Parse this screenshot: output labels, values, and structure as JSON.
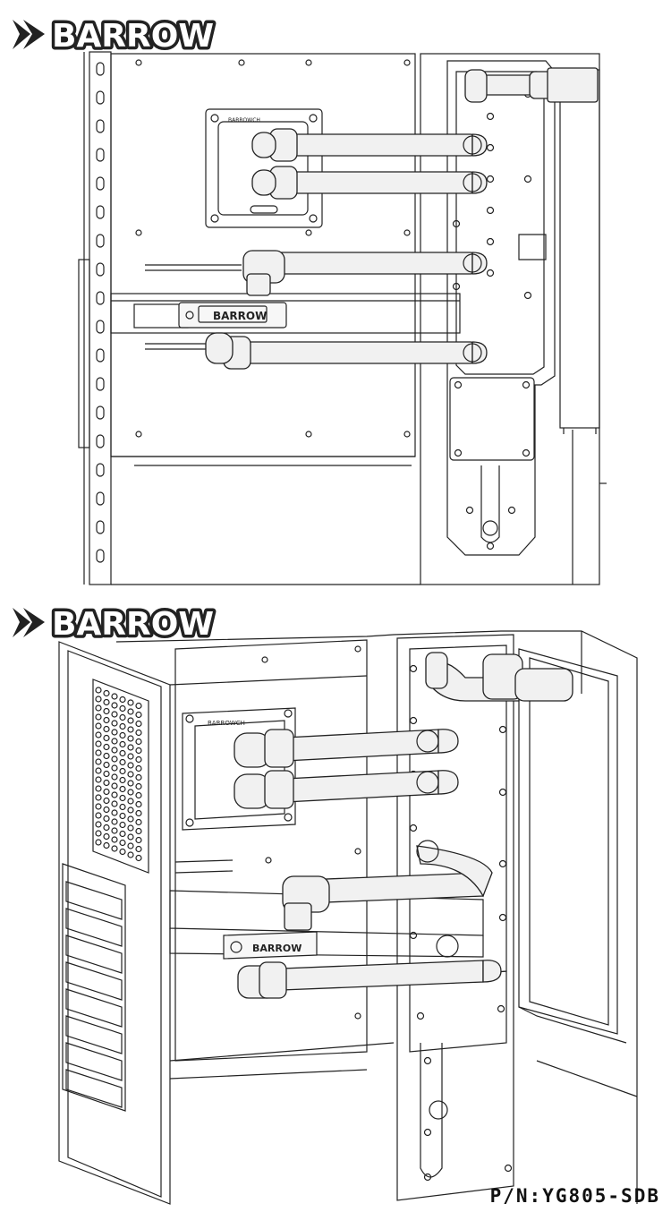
{
  "brand": {
    "name": "BARROW",
    "block_label": "BARROW",
    "cpu_block_label": "BARROWCH"
  },
  "colors": {
    "line": "#222222",
    "tube_fill": "#f1f1f1",
    "background": "#ffffff",
    "logo": "#222222"
  },
  "part_number": "P/N:YG805-SDB",
  "icons": {
    "logo_mark": "chevron-logo-icon"
  }
}
